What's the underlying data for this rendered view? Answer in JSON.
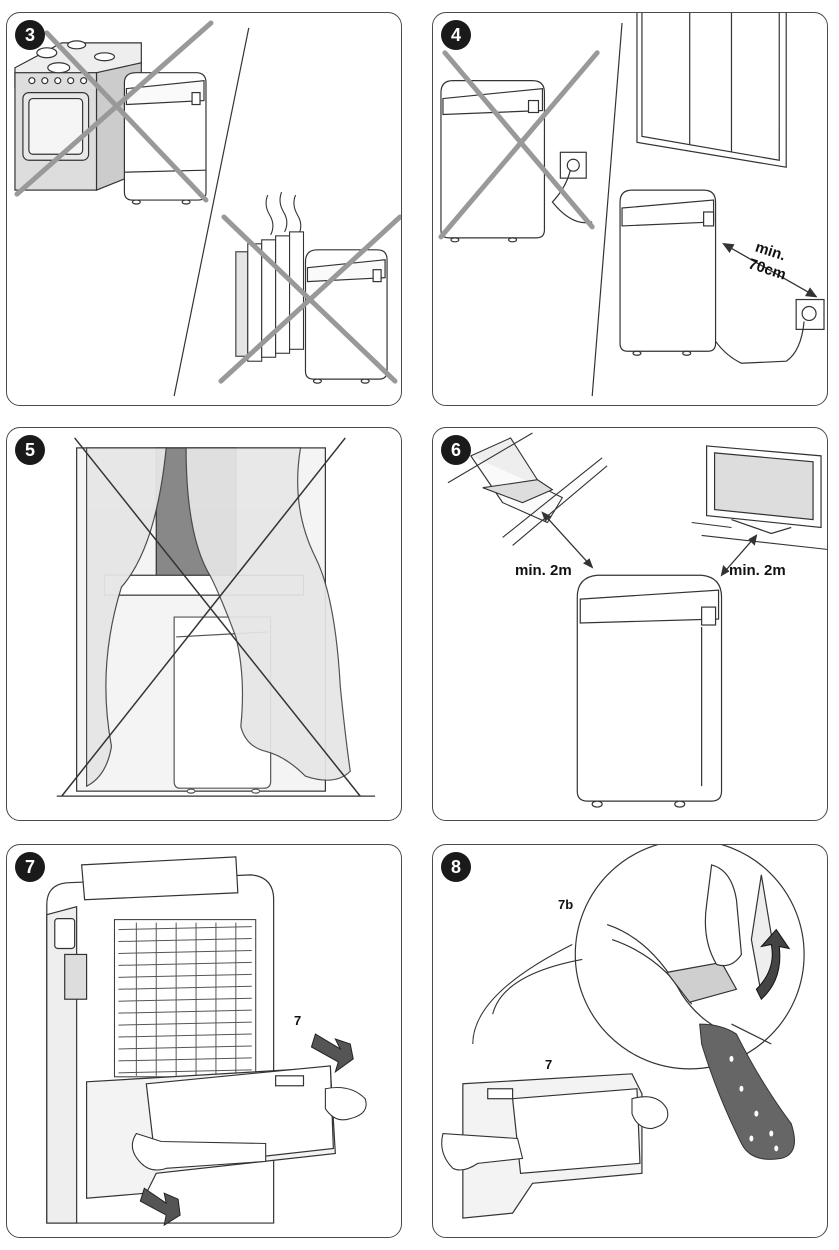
{
  "panels": [
    {
      "number": "3"
    },
    {
      "number": "4",
      "label_min": "min.",
      "label_dist": "70cm"
    },
    {
      "number": "5"
    },
    {
      "number": "6",
      "label_left": "min. 2m",
      "label_right": "min. 2m"
    },
    {
      "number": "7",
      "label_part": "7"
    },
    {
      "number": "8",
      "label_part": "7",
      "label_detail": "7b"
    }
  ],
  "colors": {
    "border": "#4a4a4a",
    "badge": "#1a1a1a",
    "cross": "#999999",
    "line": "#333333"
  }
}
